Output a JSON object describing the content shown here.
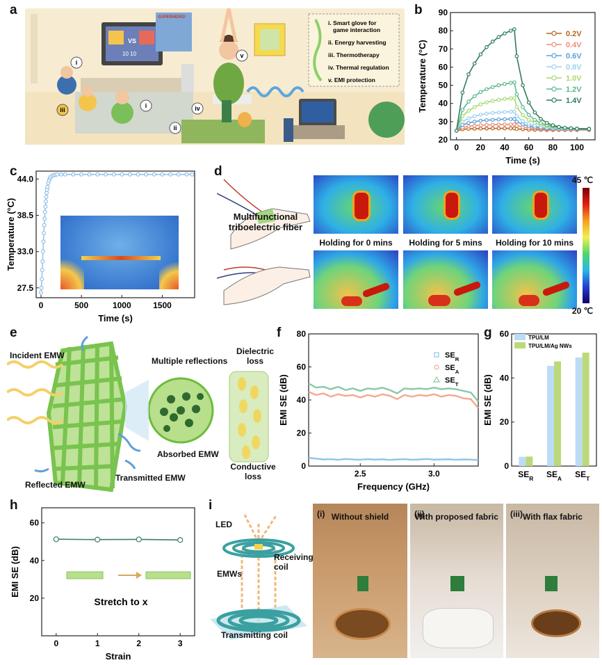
{
  "panel_labels": [
    "a",
    "b",
    "c",
    "d",
    "e",
    "f",
    "g",
    "h",
    "i"
  ],
  "panel_a": {
    "list": [
      "i. Smart glove for game interaction",
      "ii. Energy harvesting",
      "iii. Thermotherapy",
      "iv. Thermal regulation",
      "v. EMI protection"
    ],
    "markers": [
      "i",
      "i",
      "iii",
      "ii",
      "iv",
      "v"
    ],
    "screen_text": [
      "VS",
      "10 10"
    ],
    "poster_text": "SUPERHERO!"
  },
  "panel_d": {
    "device_label": "Multifunctional triboelectric fiber",
    "captions": [
      "Holding for 0 mins",
      "Holding for 5 mins",
      "Holding for 10 mins"
    ],
    "scale_max": "45 ℃",
    "scale_min": "20 ℃"
  },
  "panel_e": {
    "labels": [
      "Incident EMW",
      "Multiple reflections",
      "Dielectric loss",
      "Absorbed EMW",
      "Conductive loss",
      "Transmitted EMW",
      "Reflected EMW"
    ]
  },
  "panel_i": {
    "diagram_labels": [
      "LED",
      "EMWs",
      "Receiving coil",
      "Transmitting coil"
    ],
    "photos": [
      {
        "roman": "(i)",
        "title": "Without shield"
      },
      {
        "roman": "(ii)",
        "title": "With proposed  fabric"
      },
      {
        "roman": "(iii)",
        "title": "With  flax fabric"
      }
    ]
  },
  "chart_data": [
    {
      "id": "b",
      "type": "line",
      "xlabel": "Time (s)",
      "ylabel": "Temperature (°C)",
      "xlim": [
        -5,
        115
      ],
      "ylim": [
        20,
        90
      ],
      "xticks": [
        0,
        20,
        40,
        60,
        80,
        100
      ],
      "yticks": [
        20,
        30,
        40,
        50,
        60,
        70,
        80,
        90
      ],
      "x": [
        0,
        5,
        10,
        15,
        20,
        25,
        30,
        35,
        40,
        45,
        48,
        50,
        55,
        60,
        65,
        70,
        75,
        80,
        85,
        90,
        95,
        100,
        110
      ],
      "series": [
        {
          "name": "0.2V",
          "color": "#b5651d",
          "values": [
            25,
            25.8,
            26,
            26.1,
            26.2,
            26.2,
            26.3,
            26.3,
            26.3,
            26.3,
            26.3,
            26,
            25.8,
            25.6,
            25.5,
            25.5,
            25.4,
            25.4,
            25.4,
            25.4,
            25.4,
            25.4,
            25.4
          ]
        },
        {
          "name": "0.4V",
          "color": "#f08c7a",
          "values": [
            25,
            26.8,
            27.4,
            27.8,
            28,
            28.2,
            28.3,
            28.4,
            28.5,
            28.5,
            28.5,
            27.8,
            27,
            26.6,
            26.3,
            26,
            25.9,
            25.8,
            25.7,
            25.7,
            25.6,
            25.6,
            25.6
          ]
        },
        {
          "name": "0.6V",
          "color": "#5aa0d8",
          "values": [
            25,
            28.2,
            29.3,
            30,
            30.5,
            30.8,
            31,
            31.2,
            31.3,
            31.4,
            31.4,
            30,
            28.5,
            27.6,
            27,
            26.6,
            26.3,
            26.1,
            26,
            25.9,
            25.9,
            25.8,
            25.8
          ]
        },
        {
          "name": "0.8V",
          "color": "#9fd0f0",
          "values": [
            25,
            30,
            31.8,
            33,
            33.8,
            34.4,
            34.8,
            35.1,
            35.3,
            35.5,
            35.5,
            33,
            30.3,
            28.8,
            27.8,
            27.1,
            26.7,
            26.4,
            26.2,
            26.1,
            26,
            26,
            26
          ]
        },
        {
          "name": "1.0V",
          "color": "#a8d86e",
          "values": [
            25,
            33,
            36,
            38,
            39.5,
            40.6,
            41.4,
            42,
            42.5,
            42.8,
            43,
            38,
            33.5,
            31,
            29.3,
            28.2,
            27.5,
            27,
            26.7,
            26.5,
            26.3,
            26.2,
            26.1
          ]
        },
        {
          "name": "1.2V",
          "color": "#5cb88e",
          "values": [
            25,
            36.5,
            41,
            44,
            46.3,
            47.8,
            49,
            50,
            50.7,
            51.3,
            51.6,
            45,
            38,
            33.7,
            31,
            29.2,
            28.1,
            27.4,
            26.9,
            26.6,
            26.4,
            26.2,
            26.1
          ]
        },
        {
          "name": "1.4V",
          "color": "#2e7d5b",
          "values": [
            25,
            46,
            56,
            62,
            67,
            71,
            74,
            76.5,
            78.5,
            80,
            80.8,
            66,
            50,
            40.5,
            35,
            31.5,
            29.3,
            28,
            27.1,
            26.6,
            26.3,
            26.1,
            26
          ]
        }
      ]
    },
    {
      "id": "c",
      "type": "line",
      "xlabel": "Time (s)",
      "ylabel": "Temperature (°C)",
      "xlim": [
        -60,
        1900
      ],
      "ylim": [
        26.0,
        45.2
      ],
      "xticks": [
        0,
        500,
        1000,
        1500
      ],
      "yticks": [
        27.5,
        33.0,
        38.5,
        44.0
      ],
      "series": [
        {
          "color": "#8fbfe8",
          "x": [
            0,
            5,
            10,
            15,
            20,
            25,
            30,
            35,
            40,
            45,
            50,
            55,
            60,
            65,
            70,
            75,
            80,
            90,
            100,
            110,
            120,
            140,
            160,
            180,
            200,
            250,
            300,
            400,
            500,
            600,
            700,
            800,
            900,
            1000,
            1100,
            1200,
            1300,
            1400,
            1500,
            1600,
            1700,
            1800,
            1870
          ],
          "values": [
            26.8,
            27.5,
            28.8,
            30.2,
            31.5,
            33,
            34.5,
            35.8,
            37,
            38,
            39,
            39.8,
            40.6,
            41.3,
            41.9,
            42.4,
            42.8,
            43.4,
            43.8,
            44.1,
            44.3,
            44.5,
            44.6,
            44.65,
            44.7,
            44.7,
            44.7,
            44.7,
            44.7,
            44.7,
            44.7,
            44.7,
            44.7,
            44.7,
            44.7,
            44.7,
            44.7,
            44.7,
            44.7,
            44.7,
            44.7,
            44.7,
            44.7
          ]
        }
      ]
    },
    {
      "id": "f",
      "type": "line",
      "xlabel": "Frequency (GHz)",
      "ylabel": "EMI SE (dB)",
      "xlim": [
        2.15,
        3.3
      ],
      "ylim": [
        0,
        80
      ],
      "xticks": [
        2.5,
        3.0
      ],
      "yticks": [
        0,
        20,
        40,
        60,
        80
      ],
      "x": [
        2.15,
        2.2,
        2.25,
        2.3,
        2.35,
        2.4,
        2.45,
        2.5,
        2.55,
        2.6,
        2.65,
        2.7,
        2.75,
        2.8,
        2.85,
        2.9,
        2.95,
        3.0,
        3.05,
        3.1,
        3.15,
        3.2,
        3.25,
        3.3
      ],
      "series": [
        {
          "name": "SE_R",
          "marker": "square",
          "color": "#8ec5ea",
          "values": [
            5,
            4.5,
            4,
            4.2,
            3.8,
            4.3,
            4,
            3.8,
            4.2,
            3.9,
            4.1,
            3.7,
            4,
            4.2,
            3.8,
            4,
            4.3,
            3.9,
            4,
            4.1,
            3.8,
            4,
            3.9,
            3.6
          ]
        },
        {
          "name": "SE_A",
          "marker": "circle",
          "color": "#f5a88e",
          "values": [
            45,
            43,
            44,
            42,
            43.5,
            42.5,
            43,
            41.5,
            43,
            42,
            43.5,
            42.5,
            40.5,
            43,
            42,
            43,
            42.5,
            43.5,
            42,
            43,
            42.5,
            41,
            40.5,
            35
          ]
        },
        {
          "name": "SE_T",
          "marker": "triangle",
          "color": "#8cc8a6",
          "values": [
            50,
            47.5,
            48,
            46.5,
            48,
            46,
            47,
            45.5,
            47,
            46.5,
            47.5,
            46,
            44,
            47,
            46.5,
            47,
            46.5,
            47.5,
            46.5,
            47,
            46.5,
            45.5,
            44.5,
            39
          ]
        }
      ]
    },
    {
      "id": "g",
      "type": "bar",
      "ylabel": "EMI SE (dB)",
      "ylim": [
        0,
        60
      ],
      "yticks": [
        0,
        20,
        40,
        60
      ],
      "categories": [
        "SE_R",
        "SE_A",
        "SE_T"
      ],
      "series": [
        {
          "name": "TPU/LM",
          "color": "#bcdcf5",
          "values": [
            4.2,
            45.5,
            49.3
          ]
        },
        {
          "name": "TPU/LM/Ag NWs",
          "color": "#bcd97a",
          "values": [
            4.3,
            47.5,
            51.5
          ]
        }
      ]
    },
    {
      "id": "h",
      "type": "line",
      "xlabel": "Strain",
      "ylabel": "EMI SE (dB)",
      "xlim": [
        -0.35,
        3.35
      ],
      "ylim": [
        0,
        68
      ],
      "xticks": [
        0,
        1,
        2,
        3
      ],
      "yticks": [
        20,
        40,
        60
      ],
      "annotation": "Stretch to x",
      "series": [
        {
          "color": "#3e7f5f",
          "x": [
            0,
            1,
            2,
            3
          ],
          "values": [
            51.3,
            51.1,
            51.2,
            50.9
          ]
        }
      ]
    }
  ]
}
